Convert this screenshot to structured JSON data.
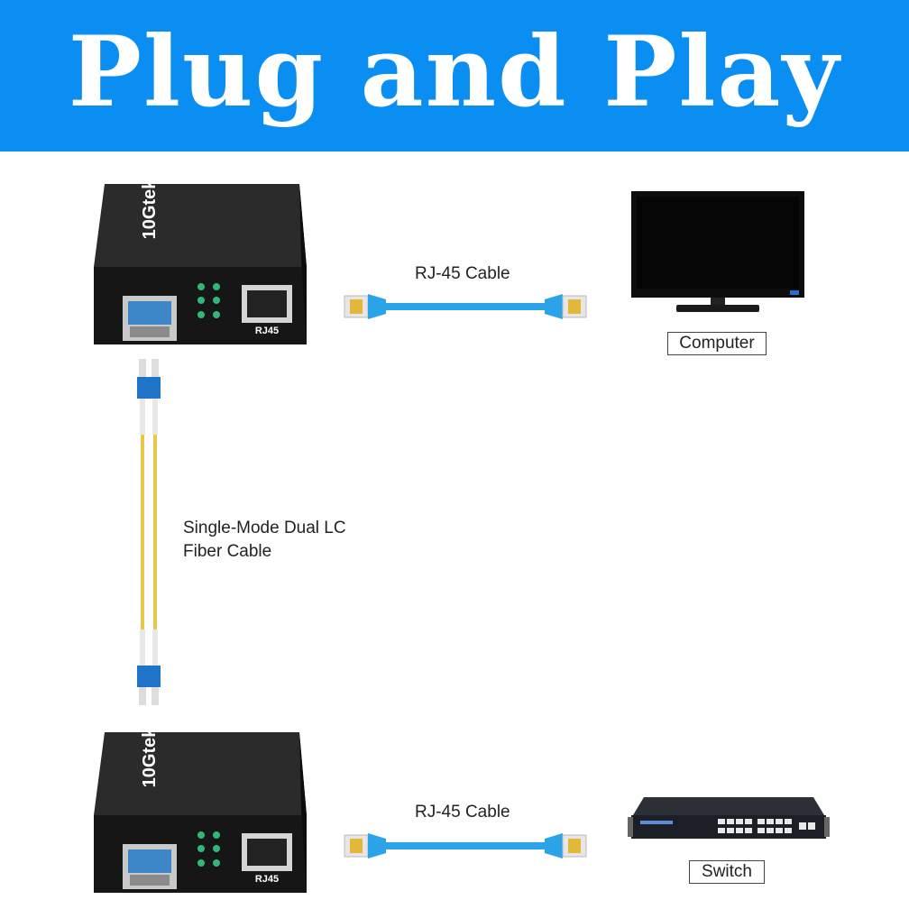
{
  "banner": {
    "title": "Plug and Play"
  },
  "converter_top": {
    "brand": "10Gtek",
    "port_label": "RJ45"
  },
  "converter_bottom": {
    "brand": "10Gtek",
    "port_label": "RJ45"
  },
  "cable_top": {
    "label": "RJ-45 Cable"
  },
  "cable_bottom": {
    "label": "RJ-45 Cable"
  },
  "fiber": {
    "label_line1": "Single-Mode Dual LC",
    "label_line2": "Fiber Cable"
  },
  "computer": {
    "label": "Computer"
  },
  "switch": {
    "label": "Switch"
  },
  "colors": {
    "banner": "#0a8ef2",
    "cable": "#2aa3e8",
    "fiber": "#e8c84a",
    "device": "#1a1a1a"
  }
}
